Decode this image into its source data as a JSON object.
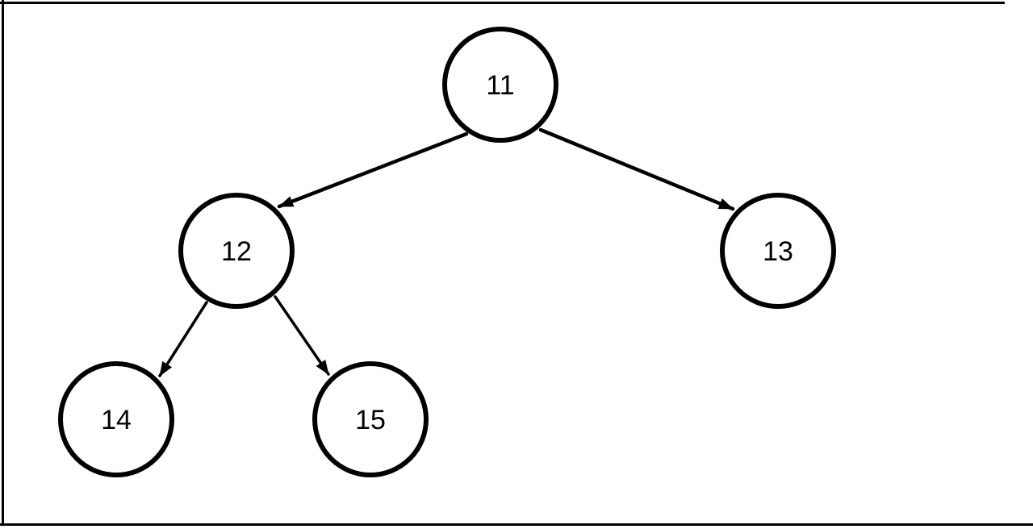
{
  "page": {
    "background_color": "#ffffff",
    "ink_color": "#000000"
  },
  "diagram": {
    "type": "binary-tree",
    "nodes": [
      {
        "id": "11",
        "label": "11",
        "parent": null,
        "side": "root"
      },
      {
        "id": "12",
        "label": "12",
        "parent": "11",
        "side": "left"
      },
      {
        "id": "13",
        "label": "13",
        "parent": "11",
        "side": "right"
      },
      {
        "id": "14",
        "label": "14",
        "parent": "12",
        "side": "left"
      },
      {
        "id": "15",
        "label": "15",
        "parent": "12",
        "side": "right"
      }
    ],
    "edges": [
      {
        "from": "11",
        "to": "12",
        "arrow": "to"
      },
      {
        "from": "11",
        "to": "13",
        "arrow": "to"
      },
      {
        "from": "12",
        "to": "14",
        "arrow": "to"
      },
      {
        "from": "12",
        "to": "15",
        "arrow": "to"
      }
    ]
  }
}
